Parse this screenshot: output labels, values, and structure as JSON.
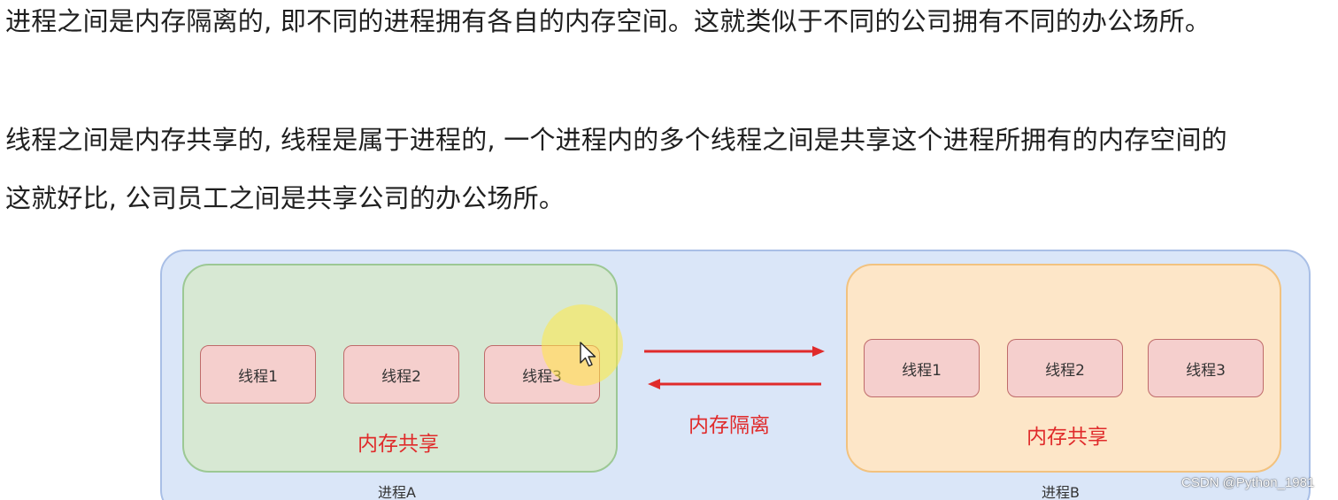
{
  "paragraphs": {
    "p1": "进程之间是内存隔离的, 即不同的进程拥有各自的内存空间。这就类似于不同的公司拥有不同的办公场所。",
    "p2": "线程之间是内存共享的, 线程是属于进程的, 一个进程内的多个线程之间是共享这个进程所拥有的内存空间的",
    "p3": "这就好比, 公司员工之间是共享公司的办公场所。"
  },
  "diagram": {
    "process_a": {
      "name": "进程A",
      "threads": [
        "线程1",
        "线程2",
        "线程3"
      ],
      "share_label": "内存共享"
    },
    "process_b": {
      "name": "进程B",
      "threads": [
        "线程1",
        "线程2",
        "线程3"
      ],
      "share_label": "内存共享"
    },
    "isolation_label": "内存隔离"
  },
  "watermark": "CSDN @Python_1981",
  "colors": {
    "outer_fill": "#dae6f8",
    "process_a_fill": "#d7e8d3",
    "process_b_fill": "#fde6c8",
    "thread_fill": "#f5cfcd",
    "accent_red": "#e02b2b"
  },
  "icons": {
    "cursor": "mouse-pointer-icon",
    "arrow_right": "arrow-right-icon",
    "arrow_left": "arrow-left-icon"
  }
}
